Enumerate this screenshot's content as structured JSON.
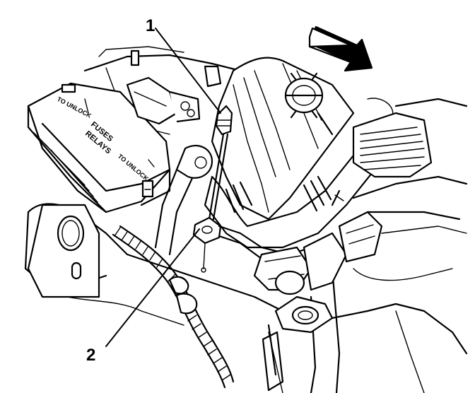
{
  "callouts": {
    "one": "1",
    "two": "2"
  },
  "fuse_box": {
    "unlock_top": "TO UNLOCK",
    "title_line1": "FUSES",
    "title_line2": "RELAYS",
    "unlock_bottom": "TO UNLOCK"
  },
  "colors": {
    "ink": "#000000",
    "background": "#ffffff"
  }
}
